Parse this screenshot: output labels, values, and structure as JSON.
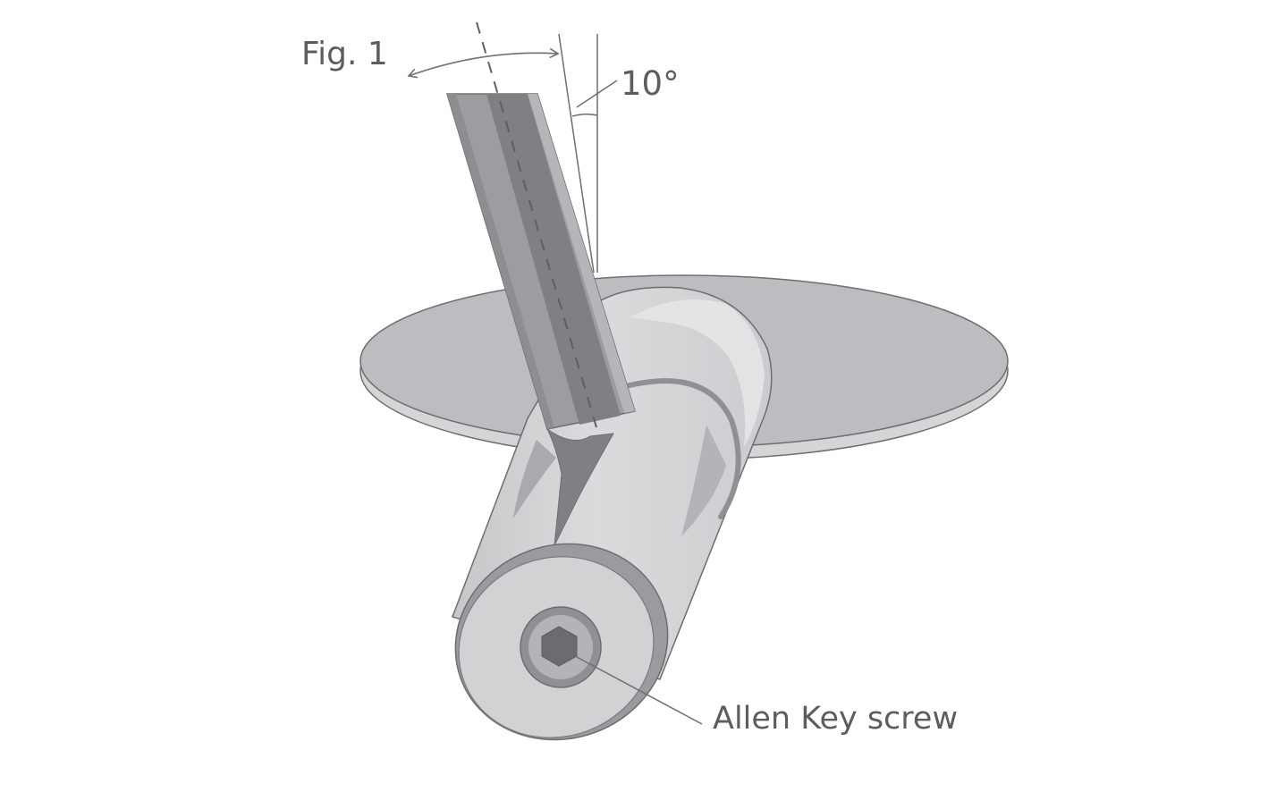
{
  "figure": {
    "label": "Fig. 1",
    "angle_label": "10°",
    "callout_label": "Allen Key screw"
  },
  "colors": {
    "background": "#ffffff",
    "disc_face": "#bcbdc0",
    "disc_rim": "#d4d5d7",
    "cylinder_body": "#d3d4d6",
    "cylinder_highlight": "#e2e3e4",
    "end_cap_ring": "#9a9b9e",
    "end_cap_face": "#d1d2d4",
    "socket_ring": "#8f9094",
    "socket_hex": "#6b6c70",
    "tool_dark": "#7f8084",
    "tool_mid": "#9c9da0",
    "tool_light": "#b5b6b9",
    "line": "#6e6e6e",
    "text": "#5d5d5d"
  },
  "icons": {
    "rotation": "curved-double-arrow-icon",
    "socket": "hex-socket-icon"
  }
}
